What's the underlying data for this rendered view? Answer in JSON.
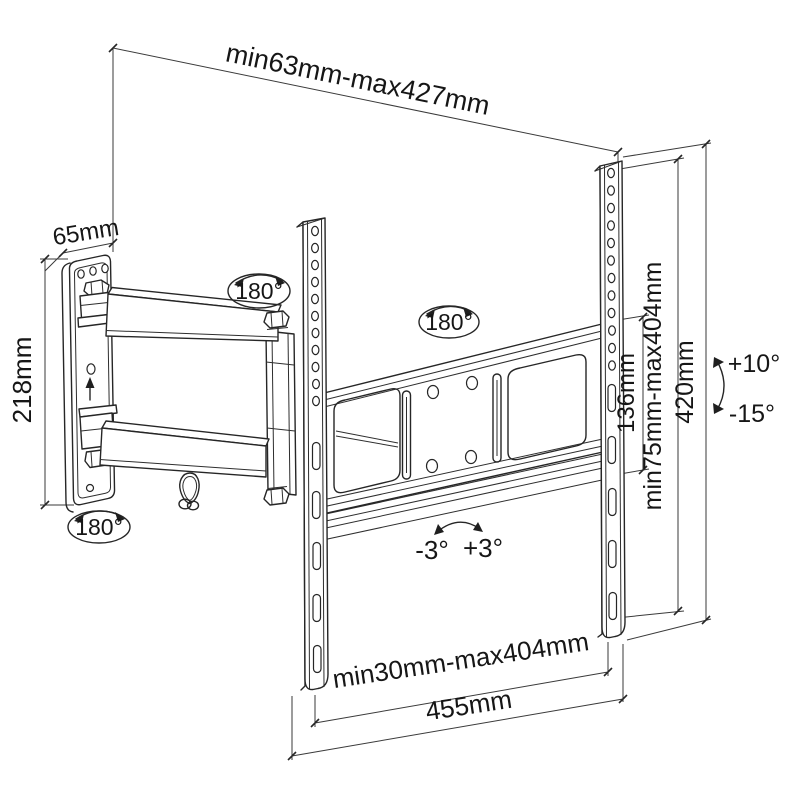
{
  "figure": {
    "background": "#ffffff",
    "line_color": "#262626",
    "dim_color": "#3a3a3a",
    "labels": {
      "top_span": "min63mm-max427mm",
      "plate_depth": "65mm",
      "plate_height": "218mm",
      "swivel_upper": "180°",
      "swivel_center": "180°",
      "swivel_lower": "180°",
      "hole_span": "136mm",
      "vesa_range": "min75mm-max404mm",
      "rail_height": "420mm",
      "tilt_up": "+10°",
      "tilt_down": "-15°",
      "roll_left": "-3°",
      "roll_right": "+3°",
      "bottom_range": "min30mm-max404mm",
      "rail_span": "455mm"
    },
    "icons": {
      "up_arrow": "↑"
    }
  }
}
